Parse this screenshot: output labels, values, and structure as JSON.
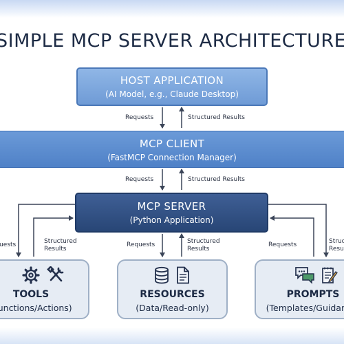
{
  "title": "SIMPLE MCP SERVER ARCHITECTURE",
  "host": {
    "title": "HOST APPLICATION",
    "subtitle": "(AI Model, e.g., Claude Desktop)"
  },
  "client": {
    "title": "MCP CLIENT",
    "subtitle": "(FastMCP Connection Manager)"
  },
  "server": {
    "title": "MCP SERVER",
    "subtitle": "(Python Application)"
  },
  "modules": {
    "tools": {
      "title": "TOOLS",
      "subtitle": "(Functions/Actions)",
      "icons": [
        "gear-icon",
        "wrench-screwdriver-icon"
      ]
    },
    "resources": {
      "title": "RESOURCES",
      "subtitle": "(Data/Read-only)",
      "icons": [
        "database-icon",
        "document-icon"
      ]
    },
    "prompts": {
      "title": "PROMPTS",
      "subtitle": "(Templates/Guidance)",
      "icons": [
        "chat-bubbles-icon",
        "notepad-pencil-icon"
      ]
    }
  },
  "labels": {
    "host_requests": "Requests",
    "host_results": "Structured Results",
    "client_requests": "Requests",
    "client_results": "Structured Results",
    "tools_requests": "Requests",
    "tools_results": "Structured\nResults",
    "resources_requests": "Requests",
    "resources_results": "Structured\nResults",
    "prompts_requests": "Requests",
    "prompts_results": "Structured\nResults"
  },
  "colors": {
    "host": "#7aa5de",
    "client": "#5b8cd0",
    "server": "#2f4f84",
    "module": "#e6ecf4",
    "arrow": "#3b4558"
  }
}
